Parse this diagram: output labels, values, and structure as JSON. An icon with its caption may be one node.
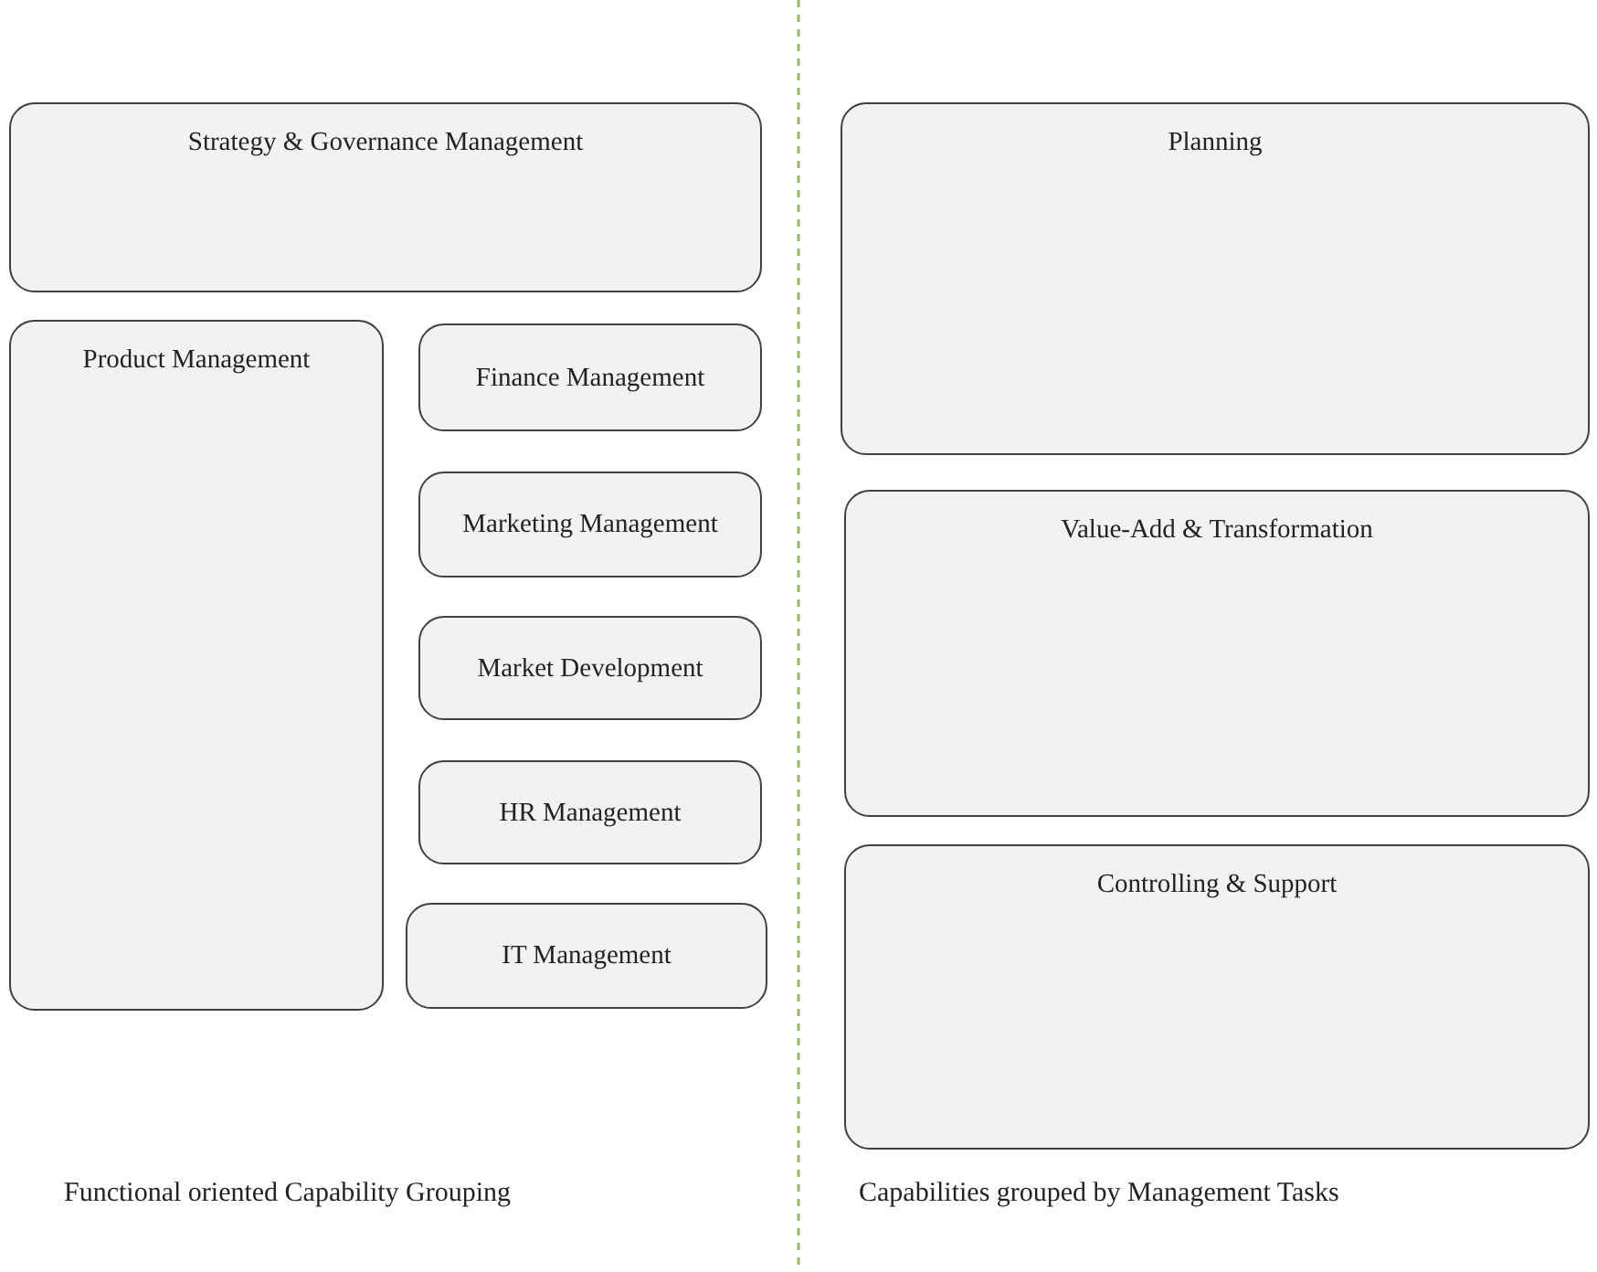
{
  "diagram": {
    "nodes": [
      {
        "text": [
          "Strategy & Governance Management"
        ]
      },
      {
        "text": [
          "Product Management"
        ]
      },
      {
        "text": [
          "Finance Management"
        ]
      },
      {
        "text": [
          "Marketing Management"
        ]
      },
      {
        "text": [
          "Market Development"
        ]
      },
      {
        "text": [
          "HR Management"
        ]
      },
      {
        "text": [
          "IT Management"
        ]
      },
      {
        "text": [
          "Planning"
        ]
      },
      {
        "text": [
          "Value-Add & Transformation"
        ]
      },
      {
        "text": [
          "Controlling & Support"
        ]
      }
    ],
    "labels": [
      "Functional oriented Capability Grouping",
      "Capabilities grouped by Management Tasks"
    ]
  }
}
